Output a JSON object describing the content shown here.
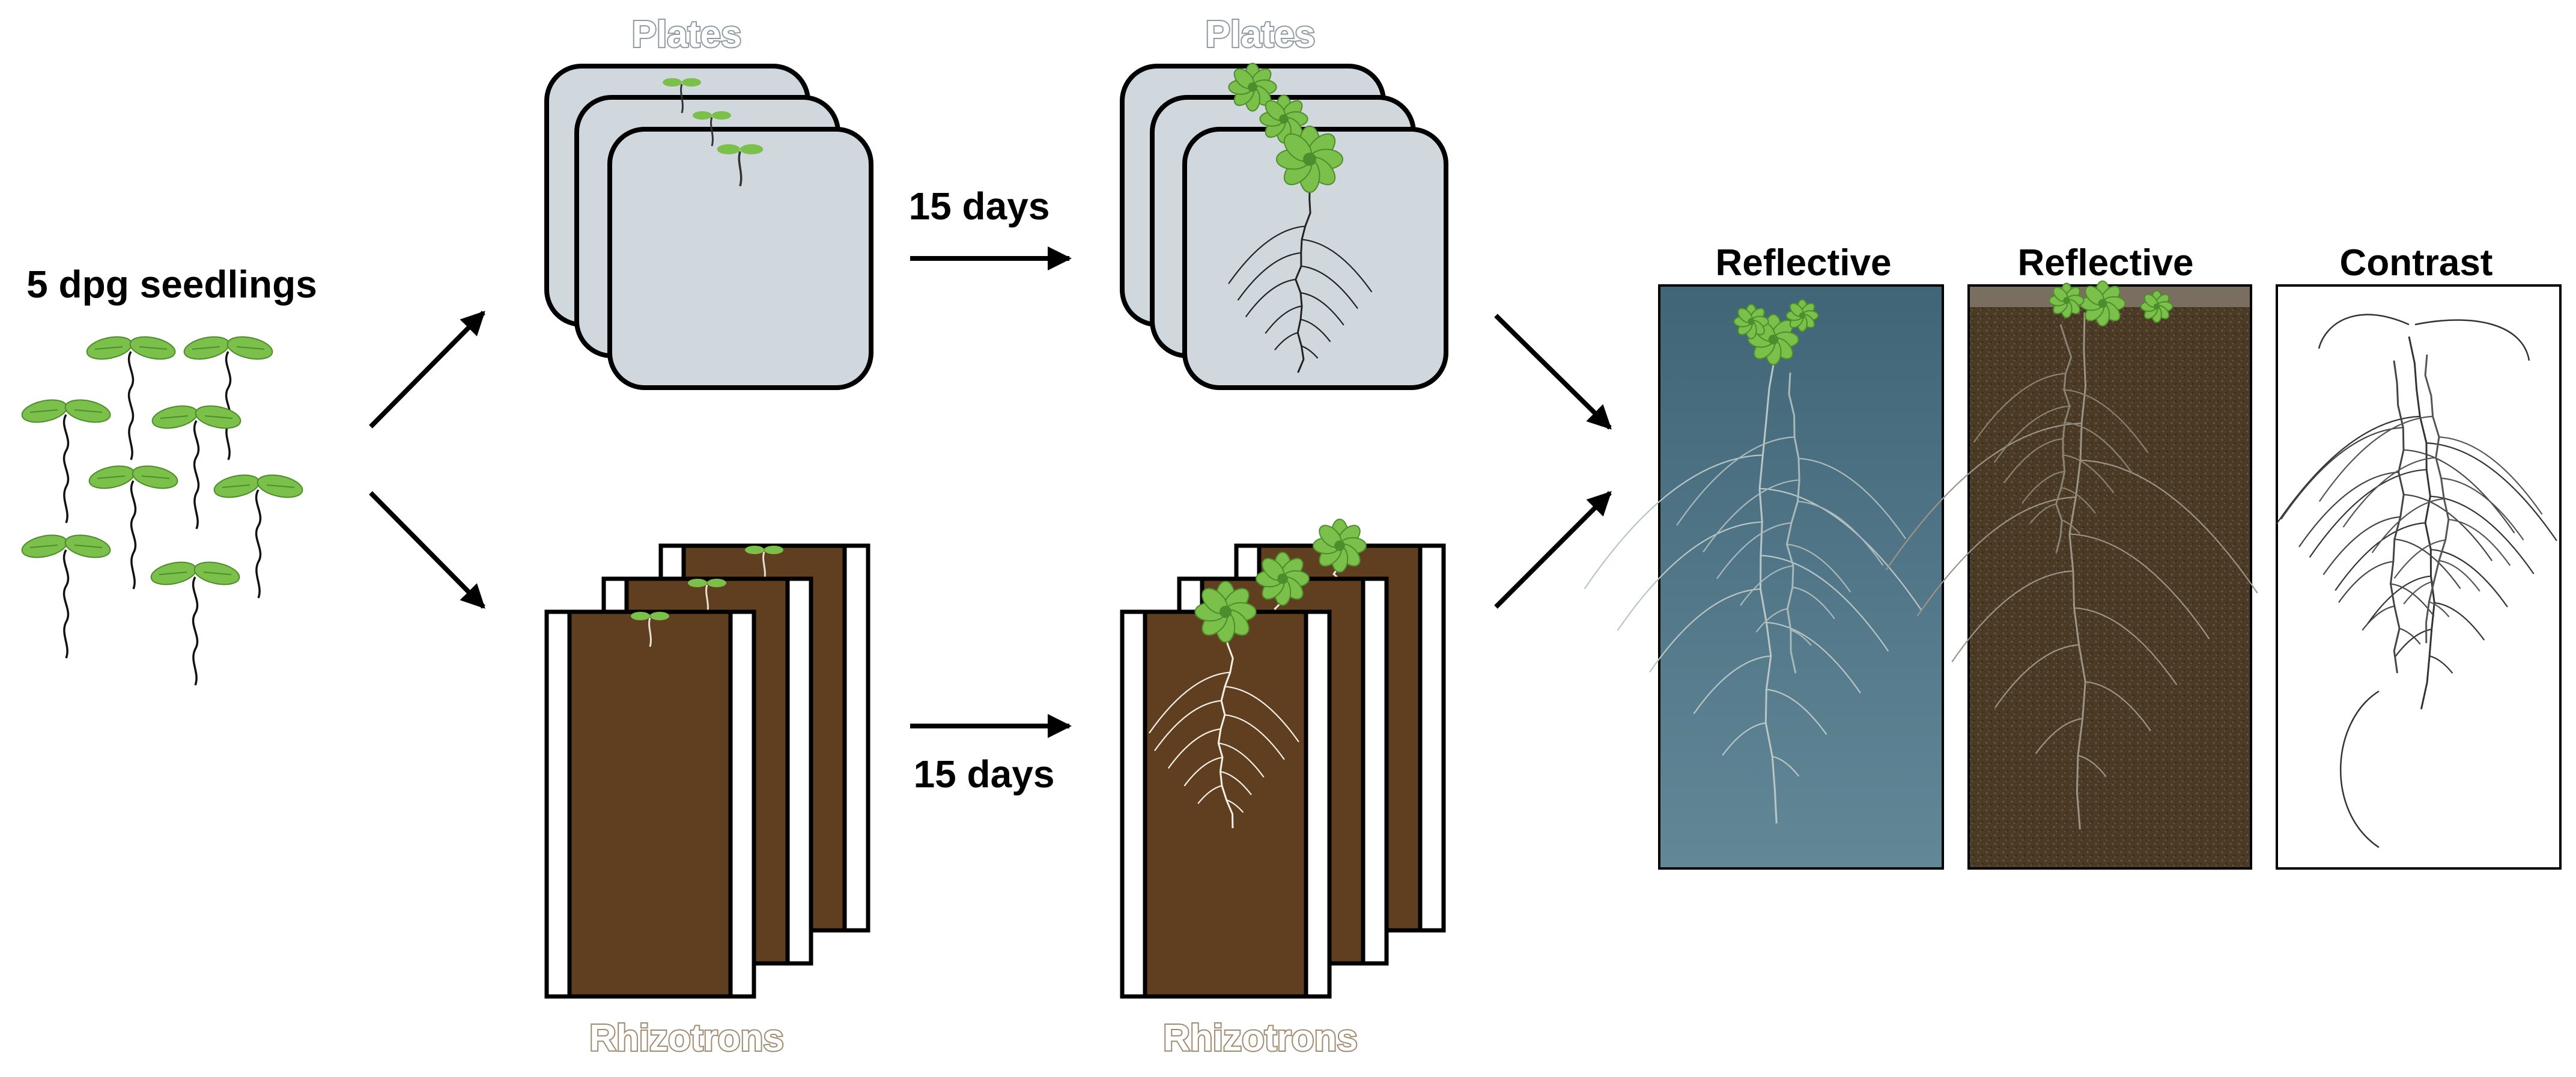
{
  "labels": {
    "seedlings": "5 dpg seedlings",
    "plates_left": "Plates",
    "plates_right": "Plates",
    "rhizotrons_left": "Rhizotrons",
    "rhizotrons_right": "Rhizotrons",
    "days_top": "15 days",
    "days_bottom": "15 days",
    "photo_1": "Reflective",
    "photo_2": "Reflective",
    "photo_3": "Contrast"
  },
  "colors": {
    "leaf": "#7bc04a",
    "leaf_dark": "#4e8d2b",
    "plate_fill": "#d0d8de",
    "soil": "#5f3f20",
    "agar_photo": "#4d7384",
    "soil_photo": "#4a3a26",
    "contrast_photo": "#ffffff"
  }
}
